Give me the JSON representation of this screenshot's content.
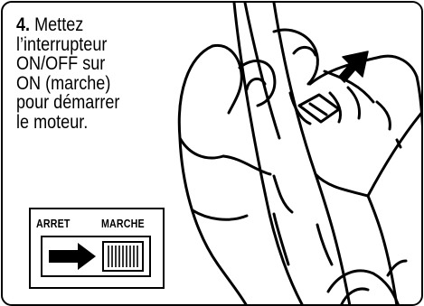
{
  "instruction": {
    "step_number": "4.",
    "lines": [
      "Mettez",
      "l’interrupteur",
      "ON/OFF sur",
      "ON (marche)",
      "pour démarrer",
      "le moteur."
    ]
  },
  "switch_diagram": {
    "label_off": "ARRET",
    "label_on": "MARCHE",
    "position": "MARCHE"
  },
  "illustration": {
    "description_icons": [
      "hands-icon",
      "arrow-up-right-icon",
      "device-handle-icon"
    ]
  }
}
